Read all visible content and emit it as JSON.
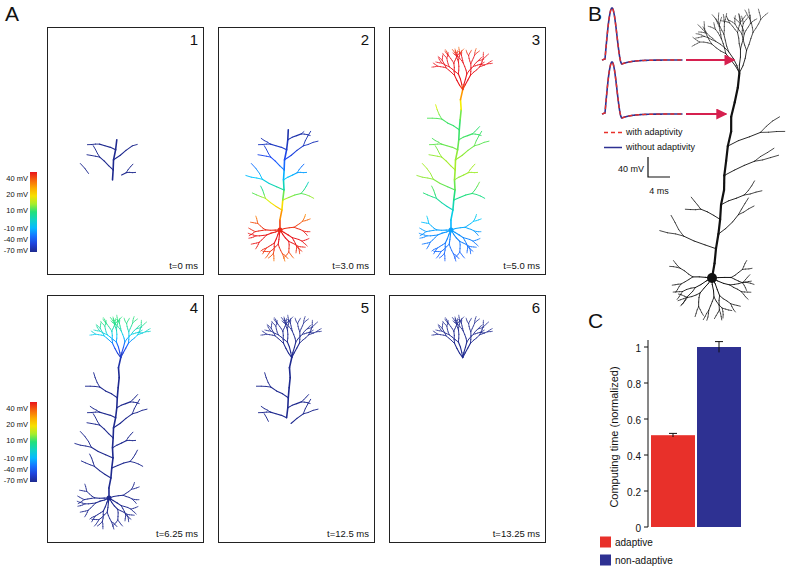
{
  "diagram": {
    "nodes": [
      {
        "text": [
          "1",
          "t=0 ms"
        ]
      },
      {
        "text": [
          "2",
          "t=3.0 ms"
        ]
      },
      {
        "text": [
          "3",
          "t=5.0 ms"
        ]
      },
      {
        "text": [
          "4",
          "t=6.25 ms"
        ]
      },
      {
        "text": [
          "5",
          "t=12.5 ms"
        ]
      },
      {
        "text": [
          "6",
          "t=13.25 ms"
        ]
      }
    ],
    "labels": [
      "A",
      "40 mV",
      "20 mV",
      "10 mV",
      "-10 mV",
      "-40 mV",
      "-70 mV",
      "40 mV",
      "20 mV",
      "10 mV",
      "-10 mV",
      "-40 mV",
      "-70 mV",
      "B",
      "40 mV",
      "4 ms",
      "C",
      "Computing time (normalized)",
      "0",
      "0.2",
      "0.4",
      "0.6",
      "0.8",
      "1"
    ],
    "legend": [
      {
        "text": "with adaptivity"
      },
      {
        "text": "without adaptivity"
      },
      {
        "text": "adaptive",
        "color": "#e8302a"
      },
      {
        "text": "non-adaptive",
        "color": "#2e3192"
      }
    ]
  }
}
